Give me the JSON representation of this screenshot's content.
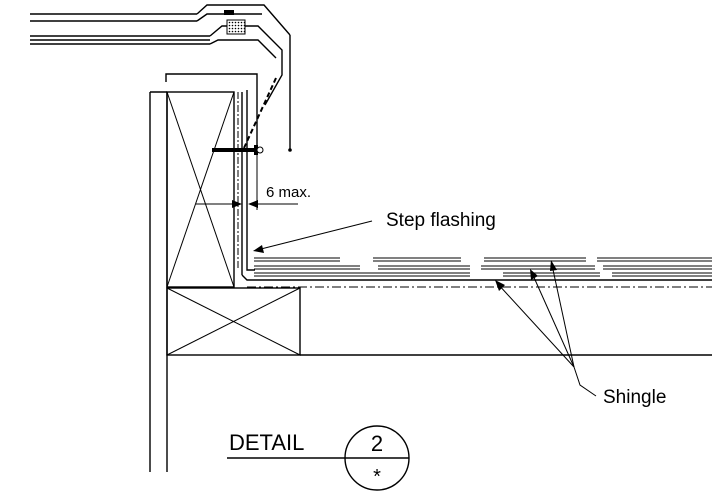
{
  "labels": {
    "dimension": "6 max.",
    "step_flashing": "Step flashing",
    "shingle": "Shingle"
  },
  "detail": {
    "title": "DETAIL",
    "number": "2",
    "sheet": "*"
  }
}
